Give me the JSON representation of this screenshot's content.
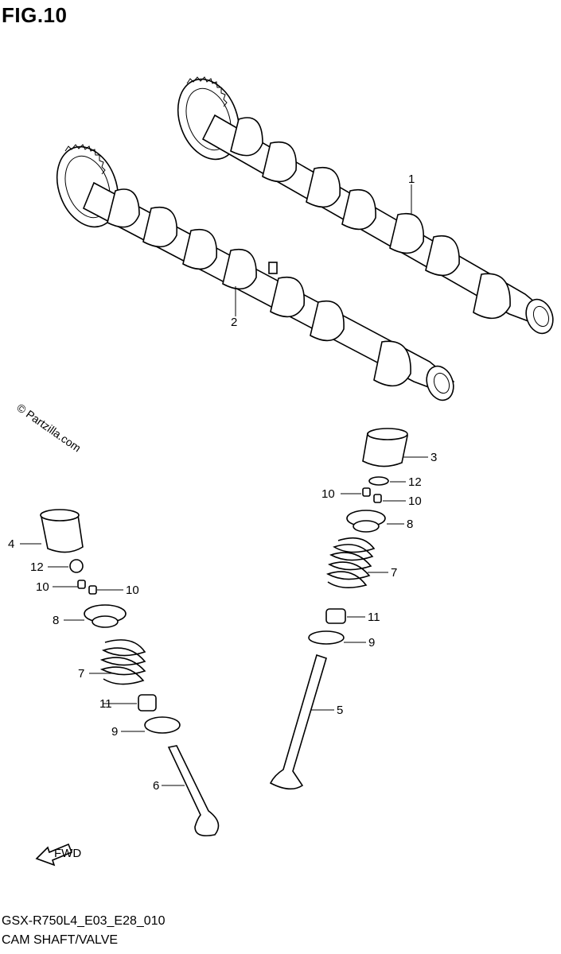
{
  "figure": {
    "title": "FIG.10",
    "code": "GSX-R750L4_E03_E28_010",
    "name": "CAM SHAFT/VALVE",
    "watermark": "© Partzilla.com"
  },
  "callouts": [
    {
      "id": "c1",
      "label": "1"
    },
    {
      "id": "c2",
      "label": "2"
    },
    {
      "id": "c3",
      "label": "3"
    },
    {
      "id": "c12a",
      "label": "12"
    },
    {
      "id": "c10a",
      "label": "10"
    },
    {
      "id": "c10b",
      "label": "10"
    },
    {
      "id": "c8a",
      "label": "8"
    },
    {
      "id": "c7a",
      "label": "7"
    },
    {
      "id": "c11a",
      "label": "11"
    },
    {
      "id": "c9a",
      "label": "9"
    },
    {
      "id": "c5",
      "label": "5"
    },
    {
      "id": "c4",
      "label": "4"
    },
    {
      "id": "c12b",
      "label": "12"
    },
    {
      "id": "c10c",
      "label": "10"
    },
    {
      "id": "c10d",
      "label": "10"
    },
    {
      "id": "c8b",
      "label": "8"
    },
    {
      "id": "c7b",
      "label": "7"
    },
    {
      "id": "c11b",
      "label": "11"
    },
    {
      "id": "c9b",
      "label": "9"
    },
    {
      "id": "c6",
      "label": "6"
    }
  ],
  "fwd_label": "FWD"
}
